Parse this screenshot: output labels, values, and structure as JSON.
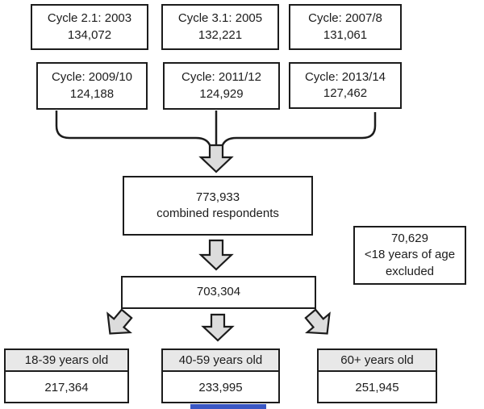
{
  "cycles": [
    {
      "label": "Cycle 2.1: 2003",
      "count": "134,072"
    },
    {
      "label": "Cycle 3.1: 2005",
      "count": "132,221"
    },
    {
      "label": "Cycle: 2007/8",
      "count": "131,061"
    },
    {
      "label": "Cycle: 2009/10",
      "count": "124,188"
    },
    {
      "label": "Cycle: 2011/12",
      "count": "124,929"
    },
    {
      "label": "Cycle: 2013/14",
      "count": "127,462"
    }
  ],
  "combined": {
    "count": "773,933",
    "label": "combined respondents"
  },
  "adults": {
    "count": "703,304"
  },
  "excluded": {
    "count": "70,629",
    "line2": "<18 years of age",
    "line3": "excluded"
  },
  "age_groups": [
    {
      "label": "18-39 years old",
      "count": "217,364"
    },
    {
      "label": "40-59 years old",
      "count": "233,995"
    },
    {
      "label": "60+ years old",
      "count": "251,945"
    }
  ],
  "colors": {
    "border": "#1c1c1c",
    "arrow_fill": "#dcdcdc",
    "age_header_bg": "#e8e8e8",
    "bottom_bar": "#3a57c4"
  }
}
